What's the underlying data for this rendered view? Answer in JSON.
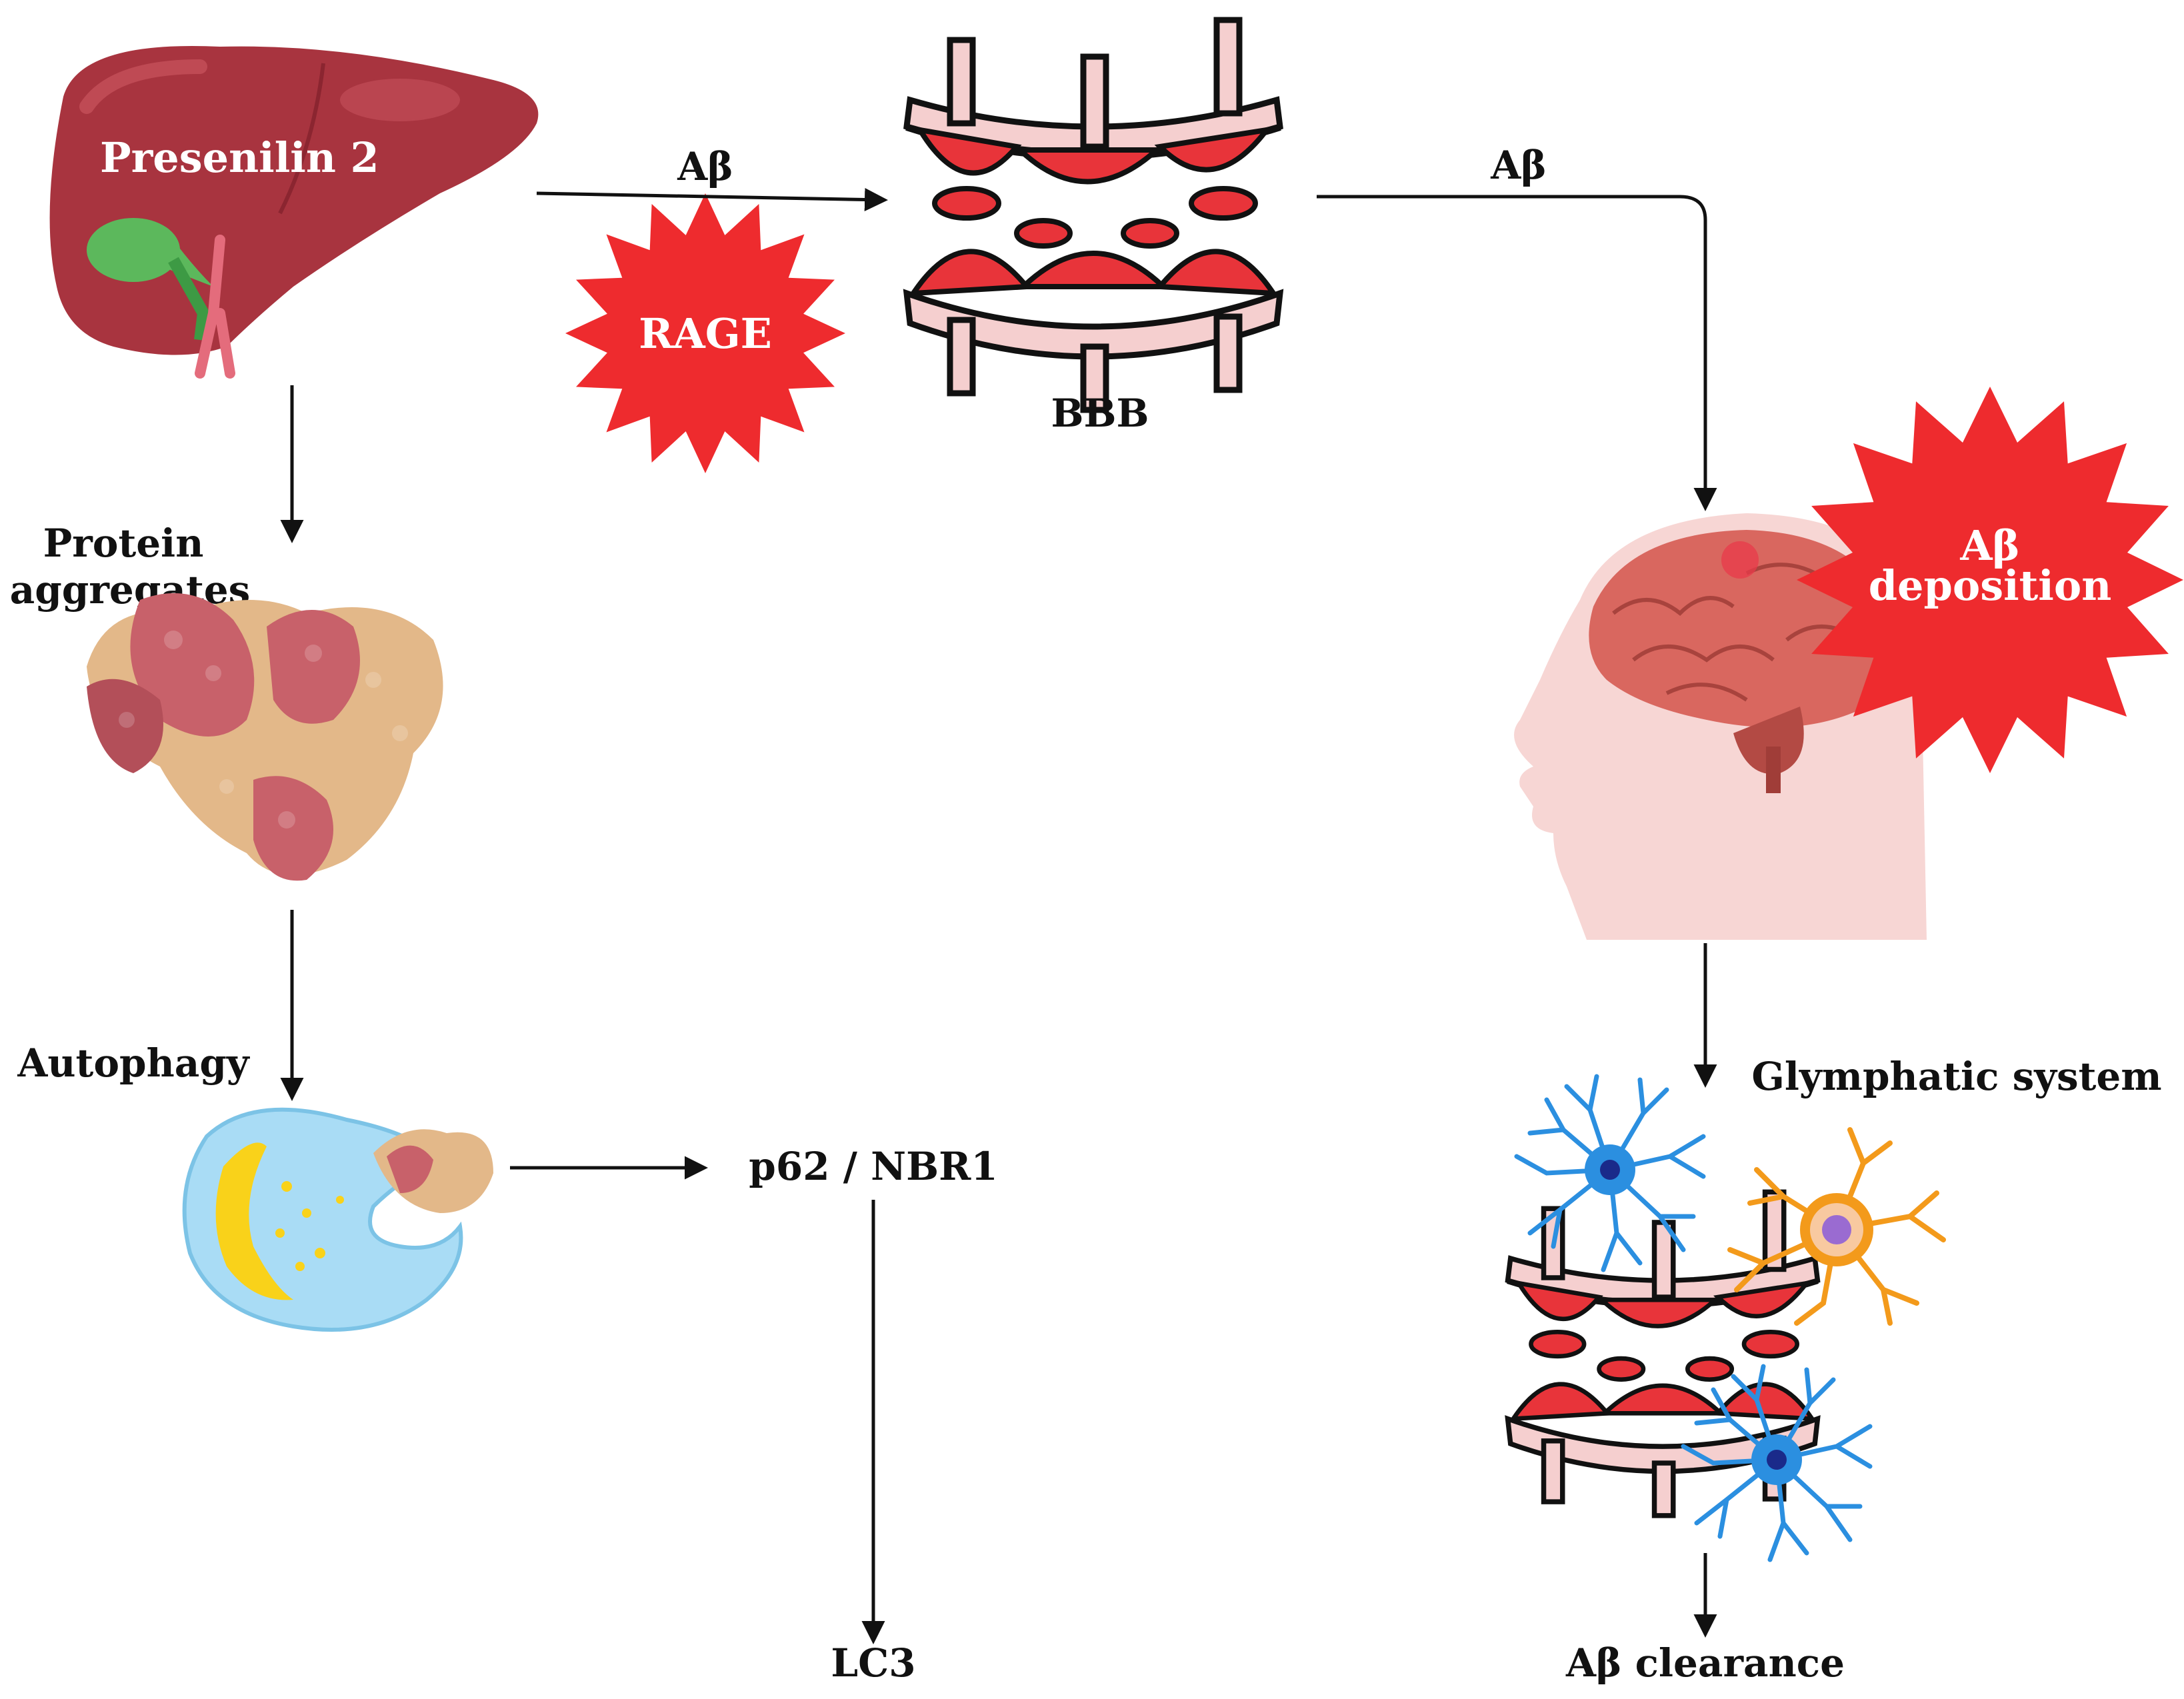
{
  "labels": {
    "presenilin": "Presenilin 2",
    "abeta_left": "Aβ",
    "abeta_right": "Aβ",
    "rage": "RAGE",
    "bbb": "BBB",
    "protein_line1": "Protein",
    "protein_line2": "aggregates",
    "autophagy": "Autophagy",
    "p62": "p62 / NBR1",
    "lc3": "LC3",
    "deposition_line1": "Aβ",
    "deposition_line2": "deposition",
    "glymphatic": "Glymphatic system",
    "clearance": "Aβ clearance"
  },
  "colors": {
    "liver": "#a8343f",
    "liver_dark": "#8b2530",
    "gallbladder": "#5cb85c",
    "burst_red": "#ee2b2e",
    "vessel_pink": "#f5cfcf",
    "vessel_red": "#e8343a",
    "head": "#f7d6d4",
    "brain": "#d9675f",
    "astrocyte_blue": "#2b8fe0",
    "astrocyte_orange": "#f39a1b",
    "protein_pink": "#c8616a",
    "protein_tan": "#e3b889",
    "cell_blue": "#a9dcf5",
    "nucleus_yellow": "#f9d21a"
  },
  "icons": {
    "liver": "liver-illustration",
    "bbb": "blood-brain-barrier-icon",
    "protein": "protein-aggregate-icon",
    "autophagosome": "autophagy-cell-icon",
    "head": "human-head-brain-icon",
    "glymphatic": "glymphatic-vessel-astrocytes-icon"
  }
}
